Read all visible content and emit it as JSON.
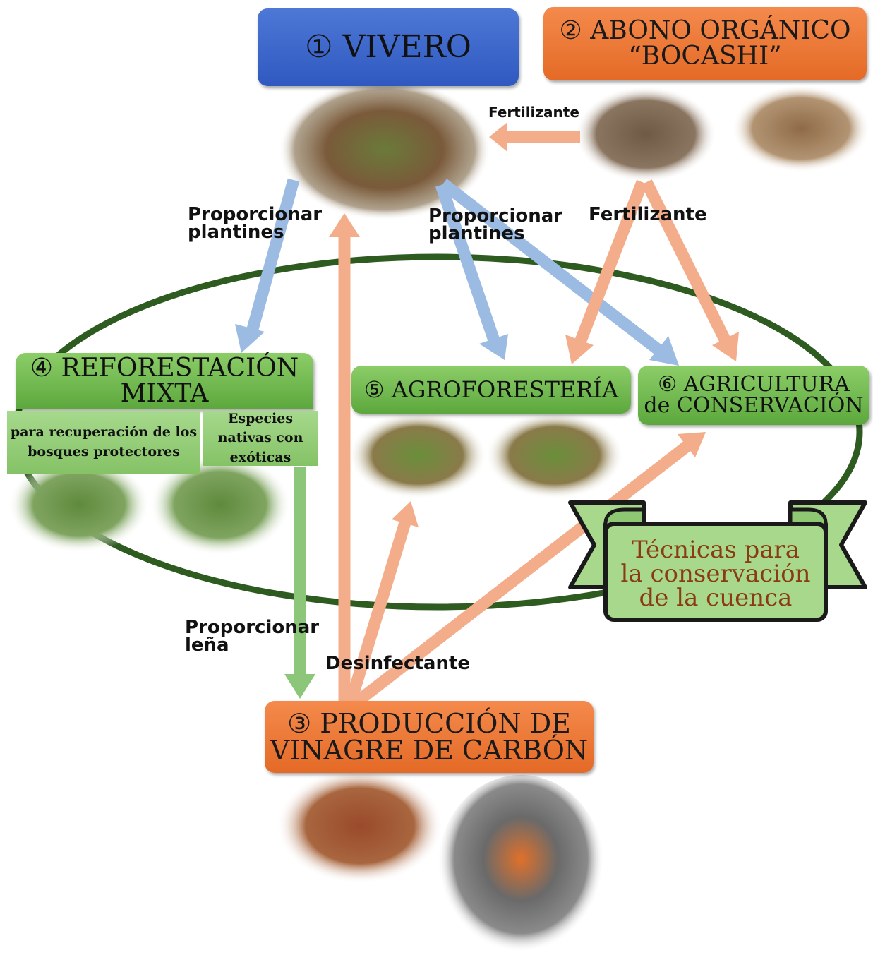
{
  "nodes": {
    "vivero": {
      "number": "①",
      "title": "VIVERO"
    },
    "abono": {
      "number": "②",
      "line1": "ABONO ORGÁNICO",
      "line2": "“BOCASHI”"
    },
    "vinagre": {
      "number": "③",
      "line1": "PRODUCCIÓN DE",
      "line2": "VINAGRE DE CARBÓN"
    },
    "reforestacion": {
      "number": "④",
      "line1": "REFORESTACIÓN",
      "line2": "MIXTA",
      "sub_left": "para recuperación de los bosques protectores",
      "sub_right": "Especies nativas con exóticas"
    },
    "agroforesteria": {
      "number": "⑤",
      "title": "AGROFORESTERÍA"
    },
    "agricultura": {
      "number": "⑥",
      "line1": "AGRICULTURA",
      "line2": "de CONSERVACIÓN"
    }
  },
  "edge_labels": {
    "fertilizante_top": "Fertilizante",
    "fertilizante_right": "Fertilizante",
    "plantines_left": "Proporcionar plantines",
    "plantines_mid": "Proporcionar plantines",
    "lena": "Proporcionar leña",
    "desinfectante": "Desinfectante"
  },
  "banner": {
    "line1": "Técnicas para",
    "line2": "la conservación",
    "line3": "de la cuenca"
  },
  "colors": {
    "blue_arrow": "#9bbbe3",
    "orange_arrow": "#f4ad8a",
    "green_arrow": "#8cc779",
    "ellipse": "#2e5b1f",
    "banner_text": "#8a3b12"
  }
}
